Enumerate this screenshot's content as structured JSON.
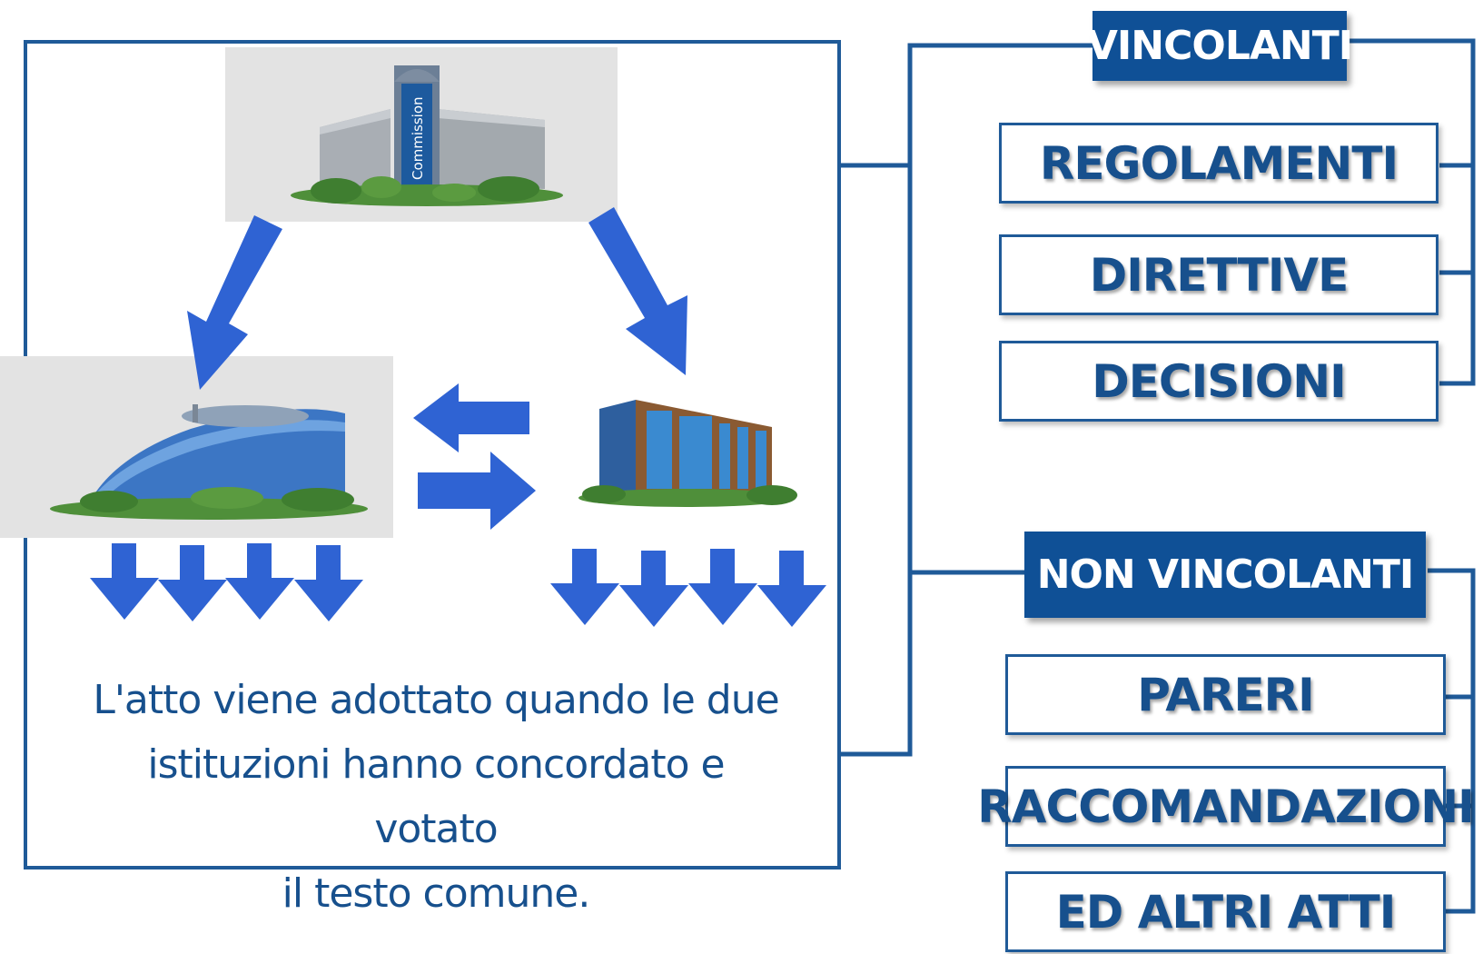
{
  "commission_label": "Commission",
  "caption": {
    "line1": "L'atto viene adottato quando le due",
    "line2": "istituzioni hanno concordato e votato",
    "line3": "il testo comune."
  },
  "binding": {
    "title": "VINCOLANTI",
    "items": [
      "REGOLAMENTI",
      "DIRETTIVE",
      "DECISIONI"
    ]
  },
  "non_binding": {
    "title": "NON VINCOLANTI",
    "items": [
      "PARERI",
      "RACCOMANDAZIONI",
      "ED ALTRI ATTI"
    ]
  },
  "colors": {
    "arrow": "#2f63d3",
    "frame": "#1f5a98",
    "heading_bg": "#0f5096",
    "text": "#17508d"
  }
}
